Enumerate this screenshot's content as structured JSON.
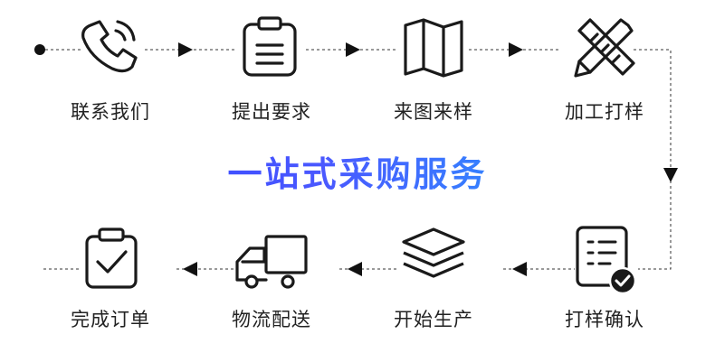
{
  "banner": {
    "title": "一站式采购服务",
    "gradient_start": "#3b4cff",
    "gradient_end": "#2f8cff"
  },
  "steps_top": [
    {
      "label": "联系我们",
      "icon": "phone-icon"
    },
    {
      "label": "提出要求",
      "icon": "clipboard-icon"
    },
    {
      "label": "来图来样",
      "icon": "map-icon"
    },
    {
      "label": "加工打样",
      "icon": "pencil-ruler-icon"
    }
  ],
  "steps_bottom": [
    {
      "label": "完成订单",
      "icon": "clipboard-check-icon"
    },
    {
      "label": "物流配送",
      "icon": "truck-icon"
    },
    {
      "label": "开始生产",
      "icon": "layers-icon"
    },
    {
      "label": "打样确认",
      "icon": "document-check-icon"
    }
  ],
  "colors": {
    "icon_stroke": "#1a1a1a",
    "connector": "#333333",
    "label": "#222222"
  }
}
